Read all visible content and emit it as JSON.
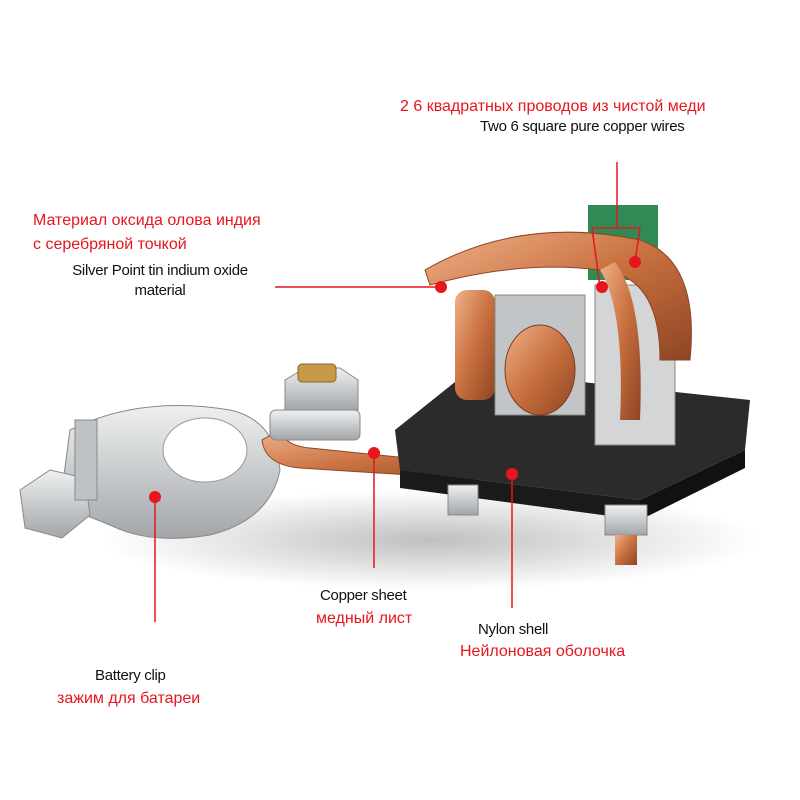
{
  "colors": {
    "accent_red": "#e8141e",
    "copper": "#c8703f",
    "nylon": "#2a2a2a",
    "steel": "#c9cbcd"
  },
  "labels": {
    "wires": {
      "ru": "2 6 квадратных проводов из чистой меди",
      "en": "Two 6 square pure copper wires"
    },
    "silver_point": {
      "ru_line1": "Материал оксида олова индия",
      "ru_line2": "с серебряной точкой",
      "en_line1": "Silver Point tin indium oxide",
      "en_line2": "material"
    },
    "copper_sheet": {
      "en": "Copper sheet",
      "ru": "медный лист"
    },
    "nylon_shell": {
      "en": "Nylon shell",
      "ru": "Нейлоновая оболочка"
    },
    "battery_clip": {
      "en": "Battery clip",
      "ru": "зажим для батареи"
    }
  }
}
